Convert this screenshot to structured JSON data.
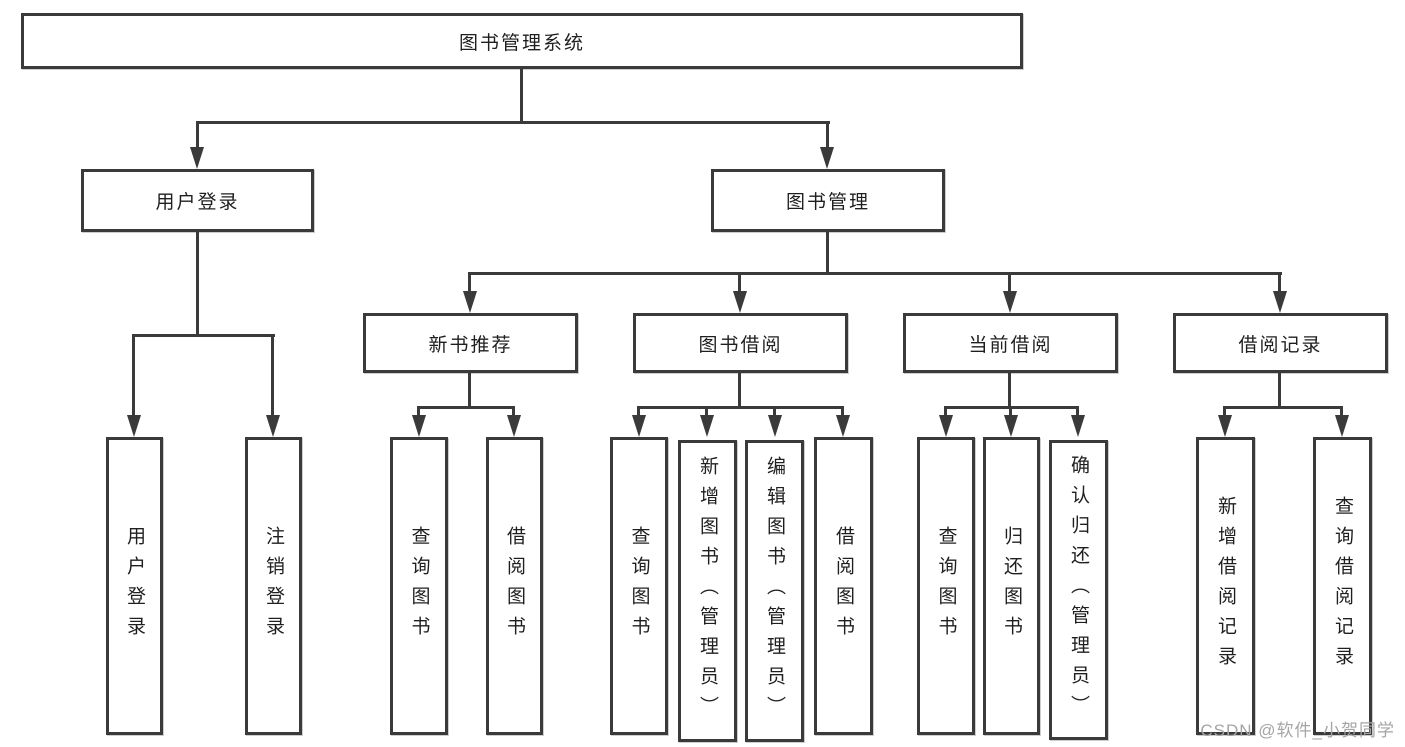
{
  "diagram": {
    "title": "图书管理系统",
    "branches": [
      {
        "label": "用户登录",
        "leaves": [
          "用户登录",
          "注销登录"
        ]
      },
      {
        "label": "图书管理",
        "groups": [
          {
            "label": "新书推荐",
            "leaves": [
              "查询图书",
              "借阅图书"
            ]
          },
          {
            "label": "图书借阅",
            "leaves": [
              "查询图书",
              "新增图书（管理员）",
              "编辑图书（管理员）",
              "借阅图书"
            ]
          },
          {
            "label": "当前借阅",
            "leaves": [
              "查询图书",
              "归还图书",
              "确认归还（管理员）"
            ]
          },
          {
            "label": "借阅记录",
            "leaves": [
              "新增借阅记录",
              "查询借阅记录"
            ]
          }
        ]
      }
    ]
  },
  "watermark": {
    "text": "CSDN @软件_小贺同学"
  },
  "colors": {
    "line": "#3a3a3a",
    "text": "#1f1f1f",
    "background": "#ffffff",
    "watermark": "#a5a5a5"
  }
}
